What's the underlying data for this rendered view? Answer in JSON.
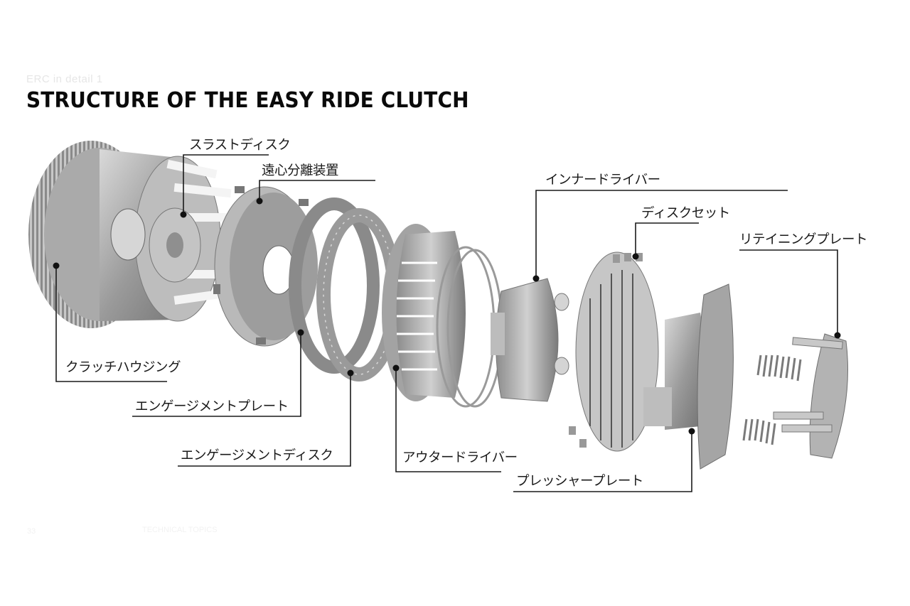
{
  "header": {
    "kicker": "ERC in detail 1",
    "title": "STRUCTURE OF THE EASY RIDE CLUTCH"
  },
  "diagram": {
    "type": "exploded-view",
    "subject": "Easy Ride Clutch",
    "line_color": "#1a1a1a",
    "components": [
      {
        "id": "thrust_disc",
        "label": "スラストディスク"
      },
      {
        "id": "centrifugal_separator",
        "label": "遠心分離装置"
      },
      {
        "id": "inner_driver",
        "label": "インナードライバー"
      },
      {
        "id": "disc_set",
        "label": "ディスクセット"
      },
      {
        "id": "retaining_plate",
        "label": "リテイニングプレート"
      },
      {
        "id": "clutch_housing",
        "label": "クラッチハウジング"
      },
      {
        "id": "engagement_plate",
        "label": "エンゲージメントプレート"
      },
      {
        "id": "engagement_disc",
        "label": "エンゲージメントディスク"
      },
      {
        "id": "outer_driver",
        "label": "アウタードライバー"
      },
      {
        "id": "pressure_plate",
        "label": "プレッシャープレート"
      }
    ]
  },
  "footer": {
    "page_number": "33",
    "faint_text": "TECHNICAL TOPICS"
  }
}
